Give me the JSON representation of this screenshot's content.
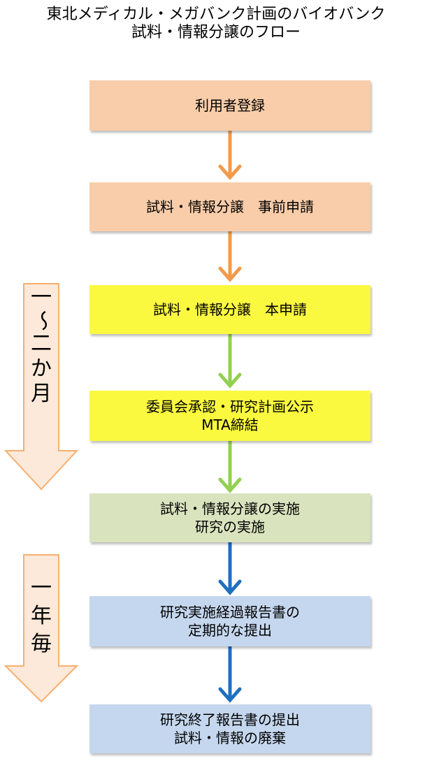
{
  "title": {
    "line1": "東北メディカル・メガバンク計画のバイオバンク",
    "line2": "試料・情報分譲のフロー"
  },
  "steps": [
    {
      "line1": "利用者登録",
      "line2": ""
    },
    {
      "line1": "試料・情報分譲　事前申請",
      "line2": ""
    },
    {
      "line1": "試料・情報分譲　本申請",
      "line2": ""
    },
    {
      "line1": "委員会承認・研究計画公示",
      "line2": "MTA締結"
    },
    {
      "line1": "試料・情報分譲の実施",
      "line2": "研究の実施"
    },
    {
      "line1": "研究実施経過報告書の",
      "line2": "定期的な提出"
    },
    {
      "line1": "研究終了報告書の提出",
      "line2": "試料・情報の廃棄"
    }
  ],
  "side_labels": {
    "period1": [
      "一",
      "〜",
      "二",
      "か",
      "月"
    ],
    "period2": [
      "一",
      "年",
      "毎"
    ]
  },
  "colors": {
    "orange_box": "#f9cda9",
    "yellow_box": "#fbf93f",
    "green_box": "#d9e4bf",
    "blue_box": "#c5d7ee",
    "orange_arrow": "#f29a4a",
    "green_arrow": "#92d050",
    "blue_arrow": "#1f6fbf",
    "side_arrow_fill": "#fde9d9",
    "side_arrow_stroke": "#f5b070"
  }
}
